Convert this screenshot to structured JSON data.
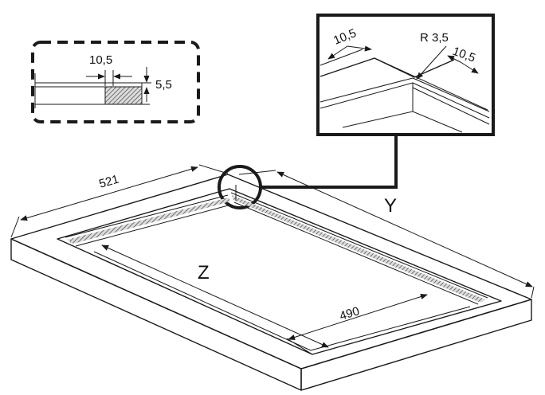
{
  "colors": {
    "line": "#1a1a1a",
    "background": "#ffffff",
    "hatch": "#555555"
  },
  "section_detail": {
    "width_label": "10,5",
    "depth_label": "5,5"
  },
  "corner_detail": {
    "left_label": "10,5",
    "radius_label": "R 3,5",
    "right_label": "10,5"
  },
  "main": {
    "length_label": "521",
    "inner_label": "490",
    "axis_y_label": "Y",
    "axis_z_label": "Z"
  }
}
